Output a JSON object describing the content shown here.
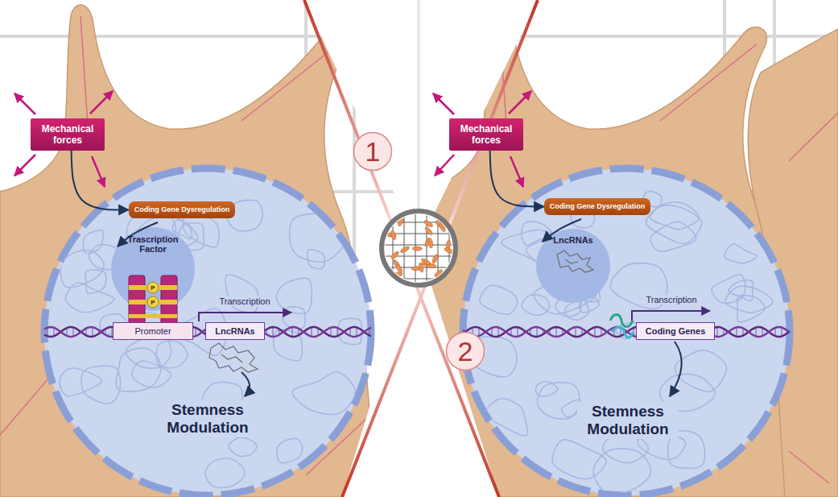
{
  "diagram": {
    "nodes": [
      {
        "text": [
          "Mechanical forces"
        ]
      },
      {
        "text": [
          "Coding Gene Dysregulation"
        ]
      },
      {
        "text": [
          "Promoter"
        ]
      },
      {
        "text": [
          "LncRNAs"
        ]
      },
      {
        "text": [
          "1"
        ]
      },
      {
        "text": [
          "2"
        ]
      },
      {
        "text": [
          "Mechanical forces"
        ]
      },
      {
        "text": [
          "Coding Gene Dysregulation"
        ]
      },
      {
        "text": [
          "Coding Genes"
        ]
      }
    ],
    "edges": [
      {
        "from": 0,
        "to": 1,
        "arrow": "to"
      },
      {
        "from": 6,
        "to": 7,
        "arrow": "to"
      }
    ],
    "labels": [
      "Trascription Factor",
      "P",
      "P",
      "Transcription",
      "Stemness Modulation",
      "LncRNAs",
      "Transcription",
      "Stemness Modulation"
    ]
  }
}
